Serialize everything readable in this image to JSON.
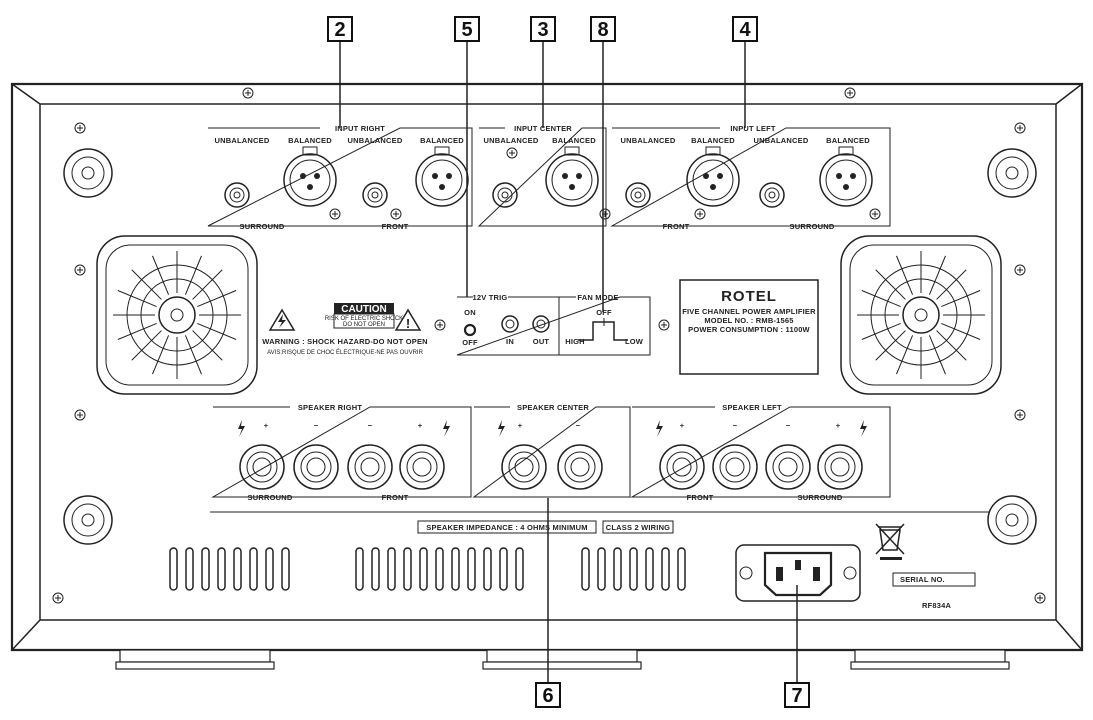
{
  "callouts": {
    "c2": "2",
    "c5": "5",
    "c3": "3",
    "c8": "8",
    "c4": "4",
    "c6": "6",
    "c7": "7"
  },
  "inputs": {
    "right": {
      "title": "INPUT RIGHT",
      "unbalanced_1": "UNBALANCED",
      "balanced_1": "BALANCED",
      "unbalanced_2": "UNBALANCED",
      "balanced_2": "BALANCED",
      "bottom_left": "SURROUND",
      "bottom_right": "FRONT"
    },
    "center": {
      "title": "INPUT CENTER",
      "unbalanced": "UNBALANCED",
      "balanced": "BALANCED"
    },
    "left": {
      "title": "INPUT LEFT",
      "unbalanced_1": "UNBALANCED",
      "balanced_1": "BALANCED",
      "unbalanced_2": "UNBALANCED",
      "balanced_2": "BALANCED",
      "bottom_left": "FRONT",
      "bottom_right": "SURROUND"
    }
  },
  "caution": {
    "title": "CAUTION",
    "line1": "RISK OF ELECTRIC SHOCK",
    "line2": "DO NOT OPEN",
    "warning": "WARNING : SHOCK HAZARD-DO NOT OPEN",
    "avis": "AVIS:RISQUE DE CHOC ÉLECTRIQUE-NE PAS OUVRIR"
  },
  "trigger": {
    "title": "12V TRIG",
    "on": "ON",
    "off": "OFF",
    "in": "IN",
    "out": "OUT"
  },
  "fan": {
    "title": "FAN MODE",
    "off": "OFF",
    "high": "HIGH",
    "low": "LOW"
  },
  "rating": {
    "brand": "ROTEL",
    "line1": "FIVE CHANNEL POWER AMPLIFIER",
    "line2": "MODEL NO. : RMB-1565",
    "line3": "POWER CONSUMPTION : 1100W"
  },
  "speakers": {
    "right": {
      "title": "SPEAKER RIGHT",
      "bottom_left": "SURROUND",
      "bottom_right": "FRONT",
      "signs": [
        "+",
        "−",
        "−",
        "+"
      ]
    },
    "center": {
      "title": "SPEAKER CENTER",
      "signs": [
        "+",
        "−"
      ]
    },
    "left": {
      "title": "SPEAKER LEFT",
      "bottom_left": "FRONT",
      "bottom_right": "SURROUND",
      "signs": [
        "+",
        "−",
        "−",
        "+"
      ]
    }
  },
  "notes": {
    "impedance": "SPEAKER IMPEDANCE : 4 OHMS MINIMUM",
    "wiring": "CLASS 2 WIRING",
    "serial": "SERIAL NO.",
    "code": "RF834A"
  }
}
